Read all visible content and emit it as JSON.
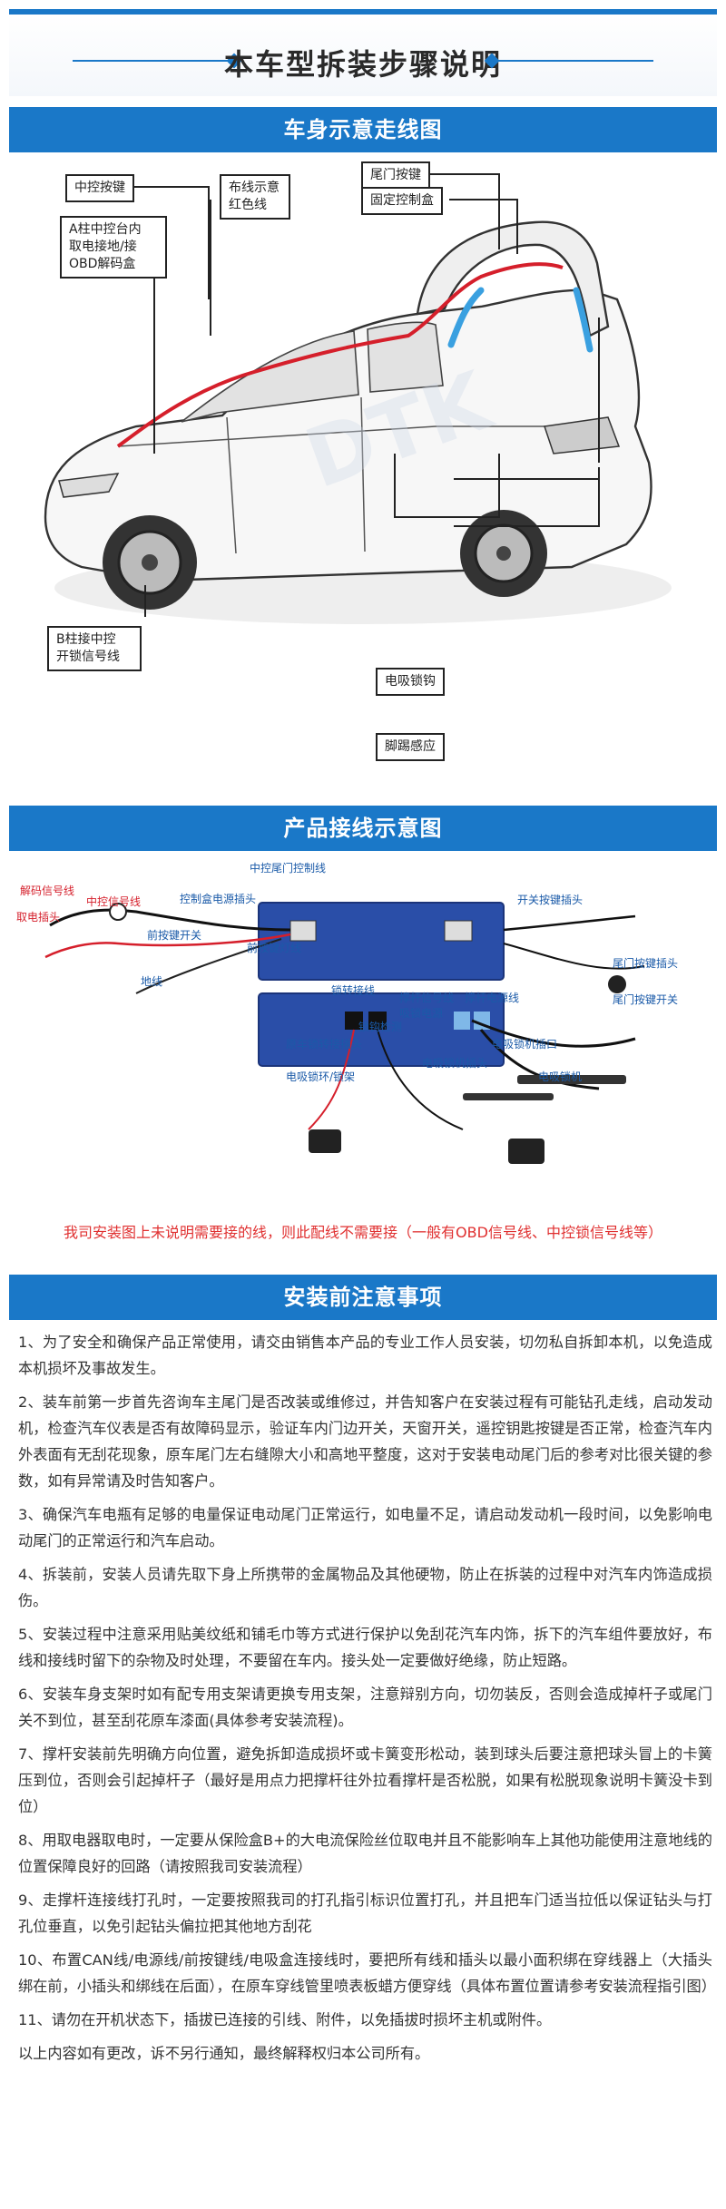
{
  "header": {
    "title": "本车型拆装步骤说明"
  },
  "sections": {
    "car_diagram_title": "车身示意走线图",
    "wiring_title": "产品接线示意图",
    "notes_title": "安装前注意事项"
  },
  "car_callouts": {
    "center_button": "中控按键",
    "wiring_hint_1": "布线示意",
    "wiring_hint_2": "红色线",
    "a_pillar_1": "A柱中控台内",
    "a_pillar_2": "取电接地/接",
    "a_pillar_3": "OBD解码盒",
    "b_pillar_1": "B柱接中控",
    "b_pillar_2": "开锁信号线",
    "tailgate_button": "尾门按键",
    "control_box": "固定控制盒",
    "suction_lock": "电吸锁钩",
    "foot_sensor": "脚踢感应"
  },
  "wiring_labels": {
    "decode_signal": "解码信号线",
    "center_signal": "中控信号线",
    "power_plug": "取电插头",
    "ctrl_power_plug": "控制盒电源插头",
    "front_switch": "前按键开关",
    "ground": "地线",
    "center_tail_ctrl": "中控尾门控制线",
    "front_key_light": "前按键灯线",
    "switch_key_plug": "开关按键插头",
    "lock_wire": "锁转接线",
    "strut_signal": "撑杆信号线",
    "strut_power": "撑杆电源线",
    "suction_power": "吸锁电源",
    "lock_detect": "锁钩检测",
    "orig_lock_plug": "原车锁转接插头",
    "suction_socket": "电吸锁机插口",
    "suction_plug": "电吸锁机插头",
    "suction_lock_ring": "电吸锁环/锁架",
    "suction_lock": "电吸锁机",
    "tail_key_plug": "尾门按键插头",
    "tail_key_switch": "尾门按键开关"
  },
  "wiring_note": "我司安装图上未说明需要接的线，则此配线不需要接（一般有OBD信号线、中控锁信号线等）",
  "notes": [
    "1、为了安全和确保产品正常使用，请交由销售本产品的专业工作人员安装，切勿私自拆卸本机，以免造成本机损坏及事故发生。",
    "2、装车前第一步首先咨询车主尾门是否改装或维修过，并告知客户在安装过程有可能钻孔走线，启动发动机，检查汽车仪表是否有故障码显示，验证车内门边开关，天窗开关，遥控钥匙按键是否正常，检查汽车内外表面有无刮花现象，原车尾门左右缝隙大小和高地平整度，这对于安装电动尾门后的参考对比很关键的参数，如有异常请及时告知客户。",
    "3、确保汽车电瓶有足够的电量保证电动尾门正常运行，如电量不足，请启动发动机一段时间，以免影响电动尾门的正常运行和汽车启动。",
    "4、拆装前，安装人员请先取下身上所携带的金属物品及其他硬物，防止在拆装的过程中对汽车内饰造成损伤。",
    "5、安装过程中注意采用贴美纹纸和铺毛巾等方式进行保护以免刮花汽车内饰，拆下的汽车组件要放好，布线和接线时留下的杂物及时处理，不要留在车内。接头处一定要做好绝缘，防止短路。",
    "6、安装车身支架时如有配专用支架请更换专用支架，注意辩别方向，切勿装反，否则会造成掉杆子或尾门关不到位，甚至刮花原车漆面(具体参考安装流程)。",
    "7、撑杆安装前先明确方向位置，避免拆卸造成损坏或卡簧变形松动，装到球头后要注意把球头冒上的卡簧压到位，否则会引起掉杆子（最好是用点力把撑杆往外拉看撑杆是否松脱，如果有松脱现象说明卡簧没卡到位）",
    "8、用取电器取电时，一定要从保险盒B+的大电流保险丝位取电并且不能影响车上其他功能使用注意地线的位置保障良好的回路（请按照我司安装流程）",
    "9、走撑杆连接线打孔时，一定要按照我司的打孔指引标识位置打孔，并且把车门适当拉低以保证钻头与打孔位垂直，以免引起钻头偏拉把其他地方刮花",
    "10、布置CAN线/电源线/前按键线/电吸盒连接线时，要把所有线和插头以最小面积绑在穿线器上（大插头绑在前，小插头和绑线在后面），在原车穿线管里喷表板蜡方便穿线（具体布置位置请参考安装流程指引图）",
    "11、请勿在开机状态下，插拔已连接的引线、附件，以免插拔时损坏主机或附件。"
  ],
  "footer": "以上内容如有更改，诉不另行通知，最终解释权归本公司所有。",
  "colors": {
    "accent": "#1a78c8",
    "warning": "#e03030",
    "wire_red": "#d51f2b"
  }
}
